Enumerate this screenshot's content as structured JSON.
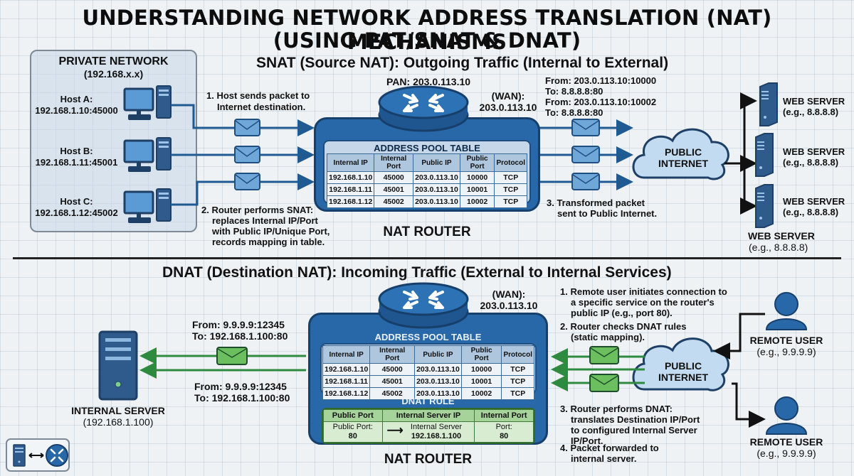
{
  "title": {
    "line1": "UNDERSTANDING NETWORK ADDRESS TRANSLATION (NAT) MECHANISMS",
    "line2": "(USING PAT/SNAT & DNAT)"
  },
  "colors": {
    "router_blue": "#2868a8",
    "router_dark": "#173f6b",
    "snat_arrow": "#1f5a93",
    "dnat_arrow": "#2e8a3e",
    "packet_blue": "#6fa8d8",
    "packet_green": "#6bbf5e",
    "cloud": "#c3dbf0"
  },
  "snat": {
    "section_title": "SNAT (Source NAT): Outgoing Traffic (Internal to External)",
    "private_network": {
      "title": "PRIVATE NETWORK",
      "subnet": "(192.168.x.x)"
    },
    "hosts": [
      {
        "name": "Host A:",
        "address": "192.168.1.10:45000"
      },
      {
        "name": "Host B:",
        "address": "192.168.1.11:45001"
      },
      {
        "name": "Host C:",
        "address": "192.168.1.12:45002"
      }
    ],
    "step1": [
      "1. Host sends packet to",
      "Internet destination."
    ],
    "step2": [
      "2. Router performs SNAT:",
      "replaces Internal IP/Port",
      "with Public IP/Unique Port,",
      "records mapping in table."
    ],
    "step3": [
      "3. Transformed packet",
      "sent to Public Internet."
    ],
    "pan_label": "PAN: 203.0.113.10",
    "wan_label": [
      "(WAN):",
      "203.0.113.10"
    ],
    "outgoing_packets": [
      "From: 203.0.113.10:10000",
      "To: 8.8.8.8:80",
      "From: 203.0.113.10:10002",
      "To: 8.8.8.8:80"
    ],
    "router_label": "NAT ROUTER",
    "table_title": "ADDRESS POOL TABLE",
    "table_headers": [
      "Internal IP",
      "Internal Port",
      "Public IP",
      "Public Port",
      "Protocol"
    ],
    "table_rows": [
      [
        "192.168.1.10",
        "45000",
        "203.0.113.10",
        "10000",
        "TCP"
      ],
      [
        "192.168.1.11",
        "45001",
        "203.0.113.10",
        "10001",
        "TCP"
      ],
      [
        "192.168.1.12",
        "45002",
        "203.0.113.10",
        "10002",
        "TCP"
      ]
    ],
    "cloud_label": [
      "PUBLIC",
      "INTERNET"
    ],
    "web_servers": [
      {
        "name": "WEB SERVER",
        "ip": "(e.g., 8.8.8.8)"
      },
      {
        "name": "WEB SERVER",
        "ip": "(e.g., 8.8.8.8)"
      },
      {
        "name": "WEB SERVER",
        "ip": "(e.g., 8.8.8.8)"
      },
      {
        "name": "WEB SERVER",
        "ip": "(e.g., 8.8.8.8)"
      }
    ]
  },
  "dnat": {
    "section_title": "DNAT (Destination NAT): Incoming Traffic (External to Internal Services)",
    "wan_label": [
      "(WAN):",
      "203.0.113.10"
    ],
    "step1": [
      "1. Remote user initiates connection to",
      "a specific service on the router's",
      "public IP (e.g., port 80)."
    ],
    "step2": [
      "2. Router checks DNAT rules",
      "(static mapping)."
    ],
    "step3": [
      "3. Router performs DNAT:",
      "translates Destination IP/Port",
      "to configured Internal Server",
      "IP/Port."
    ],
    "step4": [
      "4. Packet forwarded to",
      "internal server."
    ],
    "incoming_packet_top": [
      "From: 9.9.9.9:12345",
      "To: 192.168.1.100:80"
    ],
    "incoming_packet_bottom": [
      "From: 9.9.9.9:12345",
      "To: 192.168.1.100:80"
    ],
    "internal_server": {
      "name": "INTERNAL SERVER",
      "ip": "(192.168.1.100)"
    },
    "router_label": "NAT ROUTER",
    "table_title": "ADDRESS POOL TABLE",
    "table_headers": [
      "Internal IP",
      "Internal Port",
      "Public IP",
      "Public Port",
      "Protocol"
    ],
    "table_rows": [
      [
        "192.168.1.10",
        "45000",
        "203.0.113.10",
        "10000",
        "TCP"
      ],
      [
        "192.168.1.11",
        "45001",
        "203.0.113.10",
        "10001",
        "TCP"
      ],
      [
        "192.168.1.12",
        "45002",
        "203.0.113.10",
        "10002",
        "TCP"
      ]
    ],
    "rule_title": "DNAT RULE",
    "rule_headers": [
      "Public Port",
      "Internal Server IP",
      "Internal Port"
    ],
    "rule_row": {
      "public_port": [
        "Public Port:",
        "80"
      ],
      "internal_server": [
        "Internal Server",
        "192.168.1.100"
      ],
      "internal_port": [
        "Port:",
        "80"
      ]
    },
    "cloud_label": [
      "PUBLIC",
      "INTERNET"
    ],
    "remote_users": [
      {
        "name": "REMOTE USER",
        "ip": "(e.g., 9.9.9.9)"
      },
      {
        "name": "REMOTE USER",
        "ip": "(e.g., 9.9.9.9)"
      }
    ]
  },
  "legend_icon": "server-to-router-icon"
}
